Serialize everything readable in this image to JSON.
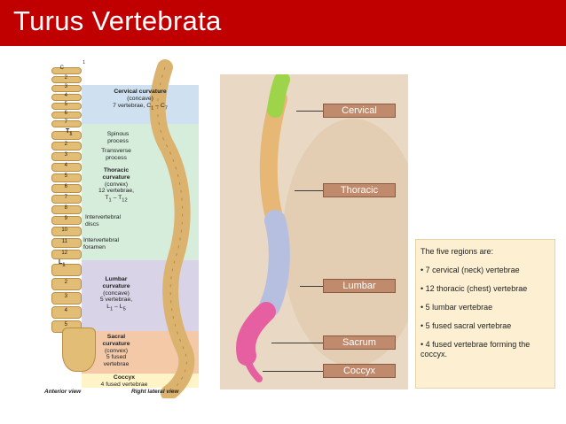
{
  "slide": {
    "title": "Turus Vertebrata"
  },
  "colors": {
    "title_bar": "#c00000",
    "cervical": "#9ed44a",
    "thoracic": "#e6b775",
    "lumbar": "#b7bfe0",
    "sacrum": "#e65fa0",
    "tag": "#c08a6d",
    "info_box": "#fdf0d2"
  },
  "left_figure": {
    "top_label": "C",
    "top_label_sub": "1",
    "vertebra_numbers": [
      "2",
      "3",
      "4",
      "5",
      "6",
      "7",
      "1",
      "2",
      "3",
      "4",
      "5",
      "6",
      "7",
      "8",
      "9",
      "10",
      "11",
      "12",
      "1",
      "2",
      "3",
      "4",
      "5"
    ],
    "section_letters": [
      {
        "letter": "T",
        "sub": "1"
      },
      {
        "letter": "L",
        "sub": "1"
      }
    ],
    "cervical": {
      "name": "Cervical curvature",
      "type": "(concave)",
      "count": "7 vertebrae, C",
      "from_sub": "1",
      "dash": " – C",
      "to_sub": "7"
    },
    "spinous": {
      "line1": "Spinous",
      "line2": "process"
    },
    "transverse": {
      "line1": "Transverse",
      "line2": "process"
    },
    "thoracic": {
      "name1": "Thoracic",
      "name2": "curvature",
      "type": "(convex)",
      "count": "12 vertebrae,",
      "range_a": "T",
      "range_a_sub": "1",
      "dash": " – T",
      "range_b_sub": "12"
    },
    "discs": {
      "line1": "Intervertebral",
      "line2": "discs"
    },
    "foramen": {
      "line1": "Intervertebral",
      "line2": "foramen"
    },
    "lumbar": {
      "name1": "Lumbar",
      "name2": "curvature",
      "type": "(concave)",
      "count": "5 vertebrae,",
      "range_a": "L",
      "range_a_sub": "1",
      "dash": " – L",
      "range_b_sub": "5"
    },
    "sacral": {
      "name1": "Sacral",
      "name2": "curvature",
      "type": "(convex)",
      "count1": "5 fused",
      "count2": "vertebrae"
    },
    "coccyx": {
      "name": "Coccyx",
      "count": "4 fused vertebrae"
    },
    "captions": {
      "anterior": "Anterior view",
      "lateral": "Right lateral view"
    }
  },
  "middle_figure": {
    "tags": [
      "Cervical",
      "Thoracic",
      "Lumbar",
      "Sacrum",
      "Coccyx"
    ]
  },
  "regions_box": {
    "heading": "The five regions are:",
    "items": [
      "• 7 cervical (neck) vertebrae",
      "• 12 thoracic (chest) vertebrae",
      "• 5 lumbar vertebrae",
      "• 5 fused sacral vertebrae",
      "• 4 fused vertebrae forming the coccyx."
    ]
  }
}
